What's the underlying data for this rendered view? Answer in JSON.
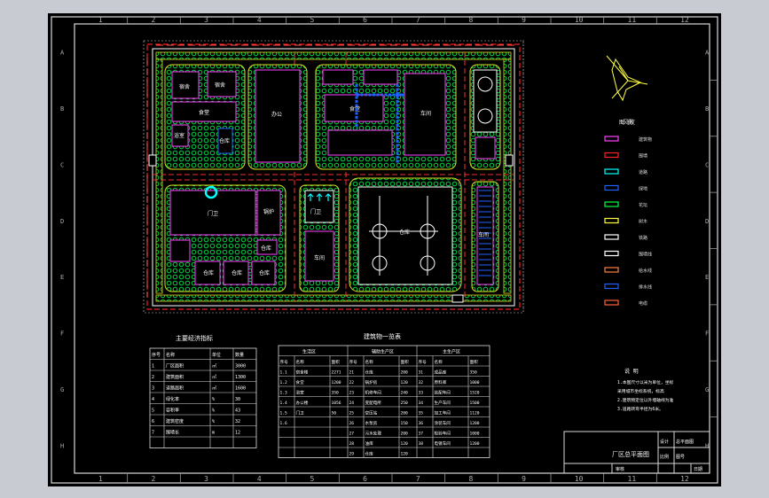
{
  "border_columns": [
    "1",
    "2",
    "3",
    "4",
    "5",
    "6",
    "7",
    "8",
    "9",
    "10",
    "11",
    "12"
  ],
  "border_rows": [
    "A",
    "B",
    "C",
    "D",
    "E",
    "F",
    "G",
    "H"
  ],
  "plan_labels": {
    "b1": "宿舍",
    "b2": "宿舍",
    "b3": "食堂",
    "b4": "浴室",
    "b5": "仓库",
    "b6": "办公",
    "b7": "食堂",
    "b8": "车间",
    "b9": "门卫",
    "b10": "锅炉",
    "b11": "仓库",
    "b12": "仓库",
    "b13": "仓库",
    "b14": "仓库",
    "b15": "门卫",
    "b16": "车间",
    "b17": "仓库",
    "b18": "车间"
  },
  "compass": {
    "label": "风玫"
  },
  "legend": {
    "title": "图 例",
    "items": [
      {
        "label": "建筑物",
        "color": "#ff40ff"
      },
      {
        "label": "围墙",
        "color": "#ff2020"
      },
      {
        "label": "道路",
        "color": "#00ffff"
      },
      {
        "label": "绿地",
        "color": "#2060ff"
      },
      {
        "label": "花坛",
        "color": "#00ff40"
      },
      {
        "label": "树木",
        "color": "#ffff40"
      },
      {
        "label": "铁路",
        "color": "#ffffff"
      },
      {
        "label": "围墙线",
        "color": "#ffffff"
      },
      {
        "label": "给水线",
        "color": "#ff8040"
      },
      {
        "label": "排水线",
        "color": "#2060ff"
      },
      {
        "label": "电缆",
        "color": "#ff6030"
      }
    ]
  },
  "table1": {
    "title": "主要经济指标",
    "headers": [
      "序号",
      "名称",
      "单位",
      "数量"
    ],
    "rows": [
      [
        "1",
        "厂区面积",
        "㎡",
        "3000"
      ],
      [
        "2",
        "建筑面积",
        "㎡",
        "1300"
      ],
      [
        "3",
        "道路面积",
        "㎡",
        "1600"
      ],
      [
        "4",
        "绿化率",
        "%",
        "30"
      ],
      [
        "5",
        "容积率",
        "%",
        "43"
      ],
      [
        "6",
        "建筑密度",
        "%",
        "32"
      ],
      [
        "7",
        "围墙长",
        "m",
        "12"
      ]
    ]
  },
  "table2": {
    "title": "建筑物一览表",
    "groups": [
      "生活区",
      "辅助生产区",
      "主生产区"
    ],
    "sub_headers": [
      "序号",
      "名称",
      "面积",
      "序号",
      "名称",
      "面积",
      "序号",
      "名称",
      "面积"
    ],
    "rows": [
      [
        "1.1",
        "宿舍楼",
        "2271",
        "21",
        "仓库",
        "200",
        "31",
        "成品库",
        "350"
      ],
      [
        "1.2",
        "食堂",
        "1200",
        "22",
        "锅炉房",
        "120",
        "32",
        "原料库",
        "1000"
      ],
      [
        "1.3",
        "浴室",
        "350",
        "23",
        "机修车间",
        "240",
        "33",
        "装配车间",
        "1520"
      ],
      [
        "1.4",
        "办公楼",
        "1056",
        "24",
        "变配电所",
        "250",
        "34",
        "生产车间",
        "1500"
      ],
      [
        "1.5",
        "门卫",
        "50",
        "25",
        "空压站",
        "200",
        "35",
        "加工车间",
        "1120"
      ],
      [
        "1.6",
        "",
        "",
        "26",
        "水泵房",
        "150",
        "36",
        "涂装车间",
        "1200"
      ],
      [
        "",
        "",
        "",
        "27",
        "污水处理",
        "200",
        "37",
        "检验车间",
        "1000"
      ],
      [
        "",
        "",
        "",
        "28",
        "油库",
        "120",
        "38",
        "电镀车间",
        "1200"
      ],
      [
        "",
        "",
        "",
        "29",
        "仓库",
        "120",
        "",
        "",
        ""
      ]
    ]
  },
  "notes": {
    "title": "说 明",
    "lines": [
      "1.本图尺寸以米为单位，坐标",
      "采用城市坐标系统，标高",
      "2.建筑物定位以外墙轴线为准",
      "3.道路转弯半径为6米。"
    ]
  },
  "title_block": {
    "drawing_title": "厂区总平面图",
    "school": "设计",
    "designer": "总平面图",
    "row1": "比例",
    "row2": "图号",
    "sign1": "审核",
    "sign2": "日期"
  }
}
